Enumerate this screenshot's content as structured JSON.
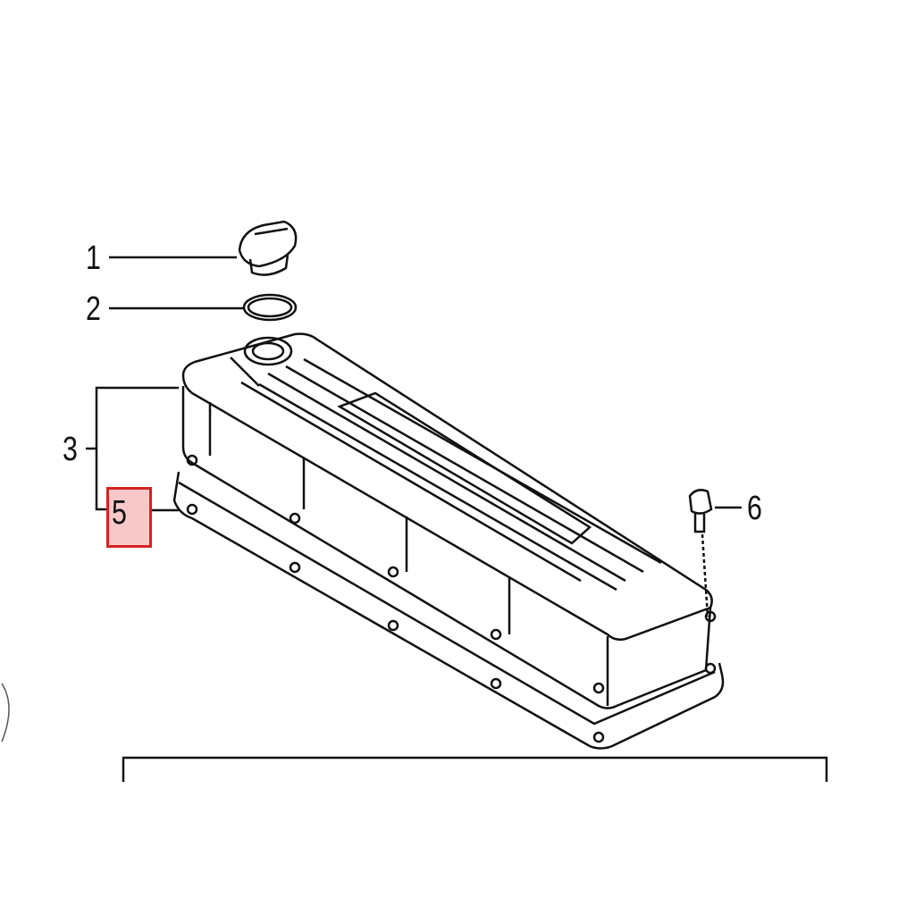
{
  "diagram": {
    "callouts": [
      {
        "id": "1",
        "label": "1"
      },
      {
        "id": "2",
        "label": "2"
      },
      {
        "id": "3",
        "label": "3"
      },
      {
        "id": "5",
        "label": "5"
      },
      {
        "id": "6",
        "label": "6"
      }
    ],
    "highlighted_callout": "5",
    "highlight_color": "#d42323"
  }
}
